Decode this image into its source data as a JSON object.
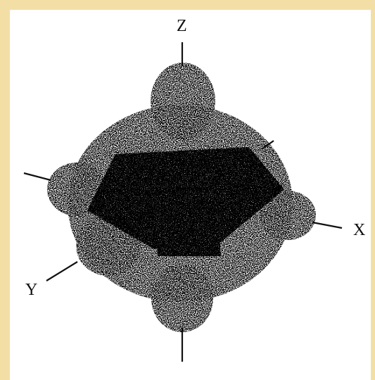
{
  "diagram": {
    "axis_labels": {
      "z": "Z",
      "x": "X",
      "y": "Y"
    },
    "colors": {
      "page_background": "#f3dfa6",
      "canvas": "#ffffff",
      "stipple": "#111111"
    }
  }
}
